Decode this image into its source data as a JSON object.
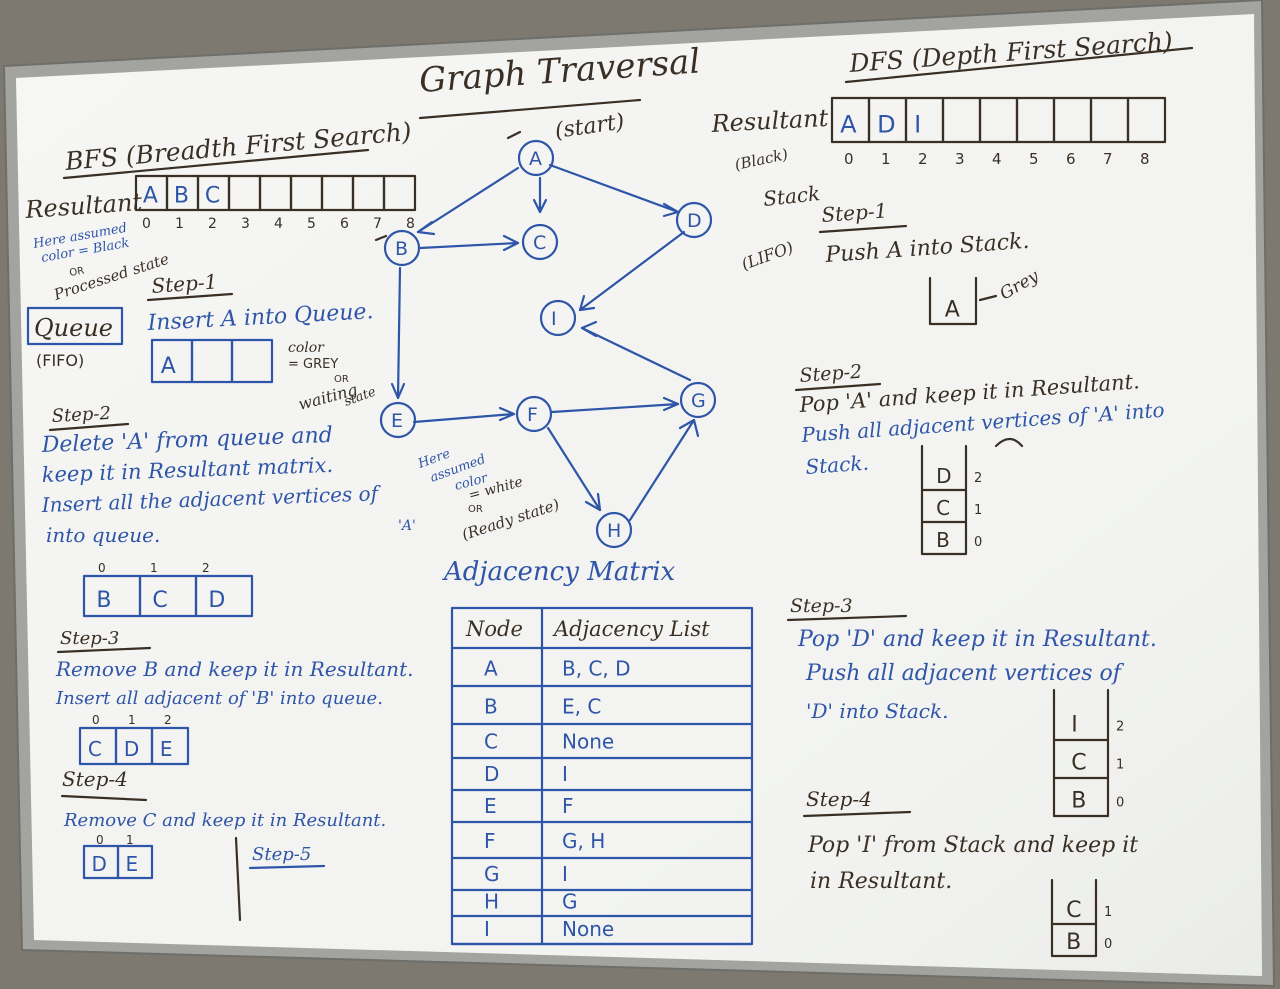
{
  "board": {
    "title": "Graph Traversal",
    "frame_color": "#9a9a96",
    "surface_color": "#f4f5f3",
    "ink_blue": "#2f55a8",
    "ink_dark": "#3a2f25"
  },
  "bfs": {
    "heading": "BFS (Breadth First Search)",
    "resultant_label": "Resultant",
    "resultant_note_1": "Here assumed",
    "resultant_note_2": "color = Black",
    "resultant_note_3": "OR",
    "resultant_note_4": "Processed state",
    "resultant_cells": [
      "A",
      "B",
      "C",
      "",
      "",
      "",
      "",
      "",
      ""
    ],
    "resultant_indices": [
      "0",
      "1",
      "2",
      "3",
      "4",
      "5",
      "6",
      "7",
      "8"
    ],
    "queue_label": "Queue",
    "queue_sub": "(FIFO)",
    "step1_title": "Step-1",
    "step1_text": "Insert A into Queue.",
    "step1_cells": [
      "A",
      "",
      ""
    ],
    "grey_note_1": "color",
    "grey_note_2": "= GREY",
    "grey_note_3": "OR",
    "grey_note_4": "waiting",
    "grey_note_5": "state",
    "step2_title": "Step-2",
    "step2_line1": "Delete 'A' from queue and",
    "step2_line2": "keep it in Resultant matrix.",
    "step2_line3": "Insert all the adjacent vertices of",
    "step2_line3b": "'A'",
    "step2_line4": "into queue.",
    "step2_indices": [
      "0",
      "1",
      "2"
    ],
    "step2_cells": [
      "B",
      "C",
      "D"
    ],
    "step3_title": "Step-3",
    "step3_line1": "Remove B and keep it in Resultant.",
    "step3_line2": "Insert all adjacent of 'B' into queue.",
    "step3_indices": [
      "0",
      "1",
      "2"
    ],
    "step3_cells": [
      "C",
      "D",
      "E"
    ],
    "step4_title": "Step-4",
    "step4_line1": "Remove C and keep it in Resultant.",
    "step4_indices": [
      "0",
      "1"
    ],
    "step4_cells": [
      "D",
      "E"
    ],
    "step5_title": "Step-5"
  },
  "graph": {
    "start_label": "(start)",
    "white_note_1": "Here",
    "white_note_2": "assumed",
    "white_note_3": "color",
    "white_note_4": "= white",
    "white_note_5": "OR",
    "white_note_6": "(Ready state)",
    "nodes": [
      "A",
      "B",
      "C",
      "D",
      "I",
      "E",
      "F",
      "G",
      "H"
    ]
  },
  "adjacency": {
    "heading": "Adjacency Matrix",
    "col_node": "Node",
    "col_list": "Adjacency List",
    "rows": [
      {
        "node": "A",
        "list": "B, C, D"
      },
      {
        "node": "B",
        "list": "E, C"
      },
      {
        "node": "C",
        "list": "None"
      },
      {
        "node": "D",
        "list": "I"
      },
      {
        "node": "E",
        "list": "F"
      },
      {
        "node": "F",
        "list": "G, H"
      },
      {
        "node": "G",
        "list": "I"
      },
      {
        "node": "H",
        "list": "G"
      },
      {
        "node": "I",
        "list": "None"
      }
    ]
  },
  "dfs": {
    "heading": "DFS (Depth First Search)",
    "resultant_label": "Resultant",
    "resultant_note": "(Black)",
    "resultant_cells": [
      "A",
      "D",
      "I",
      "",
      "",
      "",
      "",
      "",
      ""
    ],
    "resultant_indices": [
      "0",
      "1",
      "2",
      "3",
      "4",
      "5",
      "6",
      "7",
      "8"
    ],
    "stack_label": "Stack",
    "stack_sub": "(LIFO)",
    "step1_title": "Step-1",
    "step1_text": "Push A into Stack.",
    "step1_stack": [
      "A"
    ],
    "step1_note": "Grey",
    "step2_title": "Step-2",
    "step2_line1": "Pop 'A' and keep it in Resultant.",
    "step2_line2": "Push all adjacent vertices of 'A' into",
    "step2_line3": "Stack.",
    "step2_stack": [
      "D",
      "C",
      "B"
    ],
    "step2_indices": [
      "2",
      "1",
      "0"
    ],
    "step3_title": "Step-3",
    "step3_line1": "Pop 'D' and keep it in Resultant.",
    "step3_line2": "Push all adjacent vertices of",
    "step3_line3": "'D' into Stack.",
    "step3_stack": [
      "I",
      "C",
      "B"
    ],
    "step3_indices": [
      "2",
      "1",
      "0"
    ],
    "step4_title": "Step-4",
    "step4_line1": "Pop 'I' from Stack and keep it",
    "step4_line2": "in Resultant.",
    "step4_stack": [
      "C",
      "B"
    ],
    "step4_indices": [
      "1",
      "0"
    ]
  }
}
